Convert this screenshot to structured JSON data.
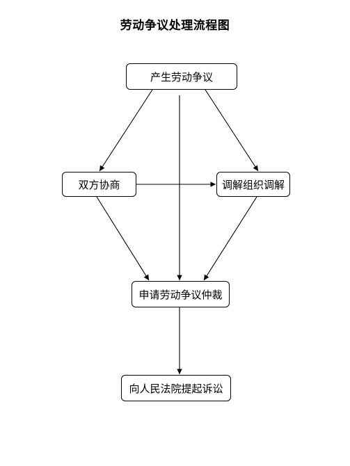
{
  "title": "劳动争议处理流程图",
  "nodes": {
    "start": "产生劳动争议",
    "negotiation": "双方协商",
    "mediation": "调解组织调解",
    "arbitration": "申请劳动争议仲裁",
    "litigation": "向人民法院提起诉讼"
  },
  "edges": [
    {
      "from": "start",
      "to": "negotiation"
    },
    {
      "from": "start",
      "to": "arbitration"
    },
    {
      "from": "start",
      "to": "mediation"
    },
    {
      "from": "negotiation",
      "to": "mediation"
    },
    {
      "from": "negotiation",
      "to": "arbitration"
    },
    {
      "from": "mediation",
      "to": "arbitration"
    },
    {
      "from": "arbitration",
      "to": "litigation"
    }
  ]
}
